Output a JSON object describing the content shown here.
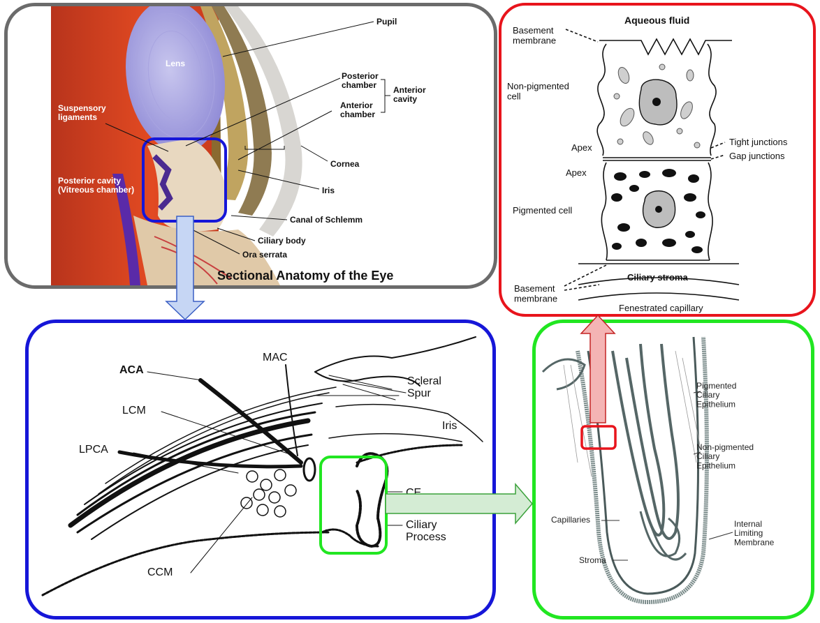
{
  "eye_panel": {
    "title": "Sectional Anatomy of the Eye",
    "labels": {
      "pupil": "Pupil",
      "lens": "Lens",
      "posterior_chamber": "Posterior\nchamber",
      "anterior_chamber": "Anterior\nchamber",
      "anterior_cavity": "Anterior\ncavity",
      "suspensory_ligaments": "Suspensory\nligaments",
      "cornea": "Cornea",
      "posterior_cavity": "Posterior cavity\n(Vitreous chamber)",
      "iris": "Iris",
      "canal_of_schlemm": "Canal of Schlemm",
      "ciliary_body": "Ciliary body",
      "ora_serrata": "Ora serrata"
    }
  },
  "cell_panel": {
    "labels": {
      "aqueous_fluid": "Aqueous fluid",
      "basement_membrane_top": "Basement\nmembrane",
      "non_pigmented_cell": "Non-pigmented\ncell",
      "apex_top": "Apex",
      "tight_junctions": "Tight junctions",
      "gap_junctions": "Gap junctions",
      "apex_bottom": "Apex",
      "pigmented_cell": "Pigmented cell",
      "ciliary_stroma": "Ciliary stroma",
      "basement_membrane_bottom": "Basement\nmembrane",
      "fenestrated_capillary": "Fenestrated capillary"
    }
  },
  "angle_panel": {
    "labels": {
      "aca": "ACA",
      "mac": "MAC",
      "scleral_spur": "Scleral\nSpur",
      "lcm": "LCM",
      "iris": "Iris",
      "lpca": "LPCA",
      "ce": "CE",
      "ciliary_process": "Ciliary\nProcess",
      "ccm": "CCM"
    }
  },
  "process_panel": {
    "labels": {
      "pigmented_epithelium": "Pigmented\nCiliary\nEpithelium",
      "non_pigmented_epithelium": "Non-pigmented\nCiliary\nEpithelium",
      "capillaries": "Capillaries",
      "internal_limiting_membrane": "Internal\nLimiting\nMembrane",
      "stroma": "Stroma"
    }
  },
  "colors": {
    "eye_panel_border": "#6b6b6b",
    "cell_panel_border": "#e8141c",
    "angle_panel_border": "#1616d8",
    "process_panel_border": "#21e621",
    "arrow_blue": "#c6d6f4",
    "arrow_green": "#d4ecd4",
    "arrow_red": "#f4b4b4"
  }
}
